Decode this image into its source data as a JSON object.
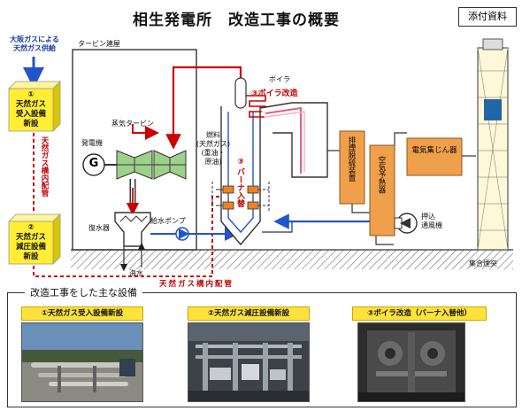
{
  "header": {
    "title": "相生発電所　改造工事の概要",
    "attachment_label": "添付資料"
  },
  "supply": {
    "osaka_gas_line1": "大阪ガスによる",
    "osaka_gas_line2": "天然ガス供給"
  },
  "left_boxes": {
    "box1_num": "①",
    "box1_line1": "天然ガス",
    "box1_line2": "受入設備",
    "box1_line3": "新設",
    "box2_num": "②",
    "box2_line1": "天然ガス",
    "box2_line2": "減圧設備",
    "box2_line3": "新設"
  },
  "piping_label_vertical": "天然ガス構内配管",
  "piping_label_horizontal": "天然ガス構内配管",
  "turbine": {
    "building_label": "タービン建屋",
    "steam_turbine_label": "蒸気タービン",
    "generator_label": "発電機",
    "generator_symbol": "G",
    "condenser_label": "復水器",
    "feedwater_pump_label": "給水ポンプ",
    "seawater_label": "海水"
  },
  "boiler": {
    "boiler_label": "ボイラ",
    "boiler_mod_label": "③ボイラ改造",
    "fuel_line1": "燃料",
    "fuel_line2": "(天然ガス)",
    "fuel_line3": "(重油・",
    "fuel_line4": "原油)",
    "burner_num": "③",
    "burner_label": "バーナ入替"
  },
  "equipment": {
    "desulfurizer": "排煙脱硫装置",
    "air_preheater": "空気予熱器",
    "electrostatic": "電気集じん器",
    "fan_line1": "押込",
    "fan_line2": "通風機",
    "stack_label": "集合煙突"
  },
  "bottom": {
    "section_label": "改造工事をした主な設備",
    "photo1_title": "①天然ガス受入設備新設",
    "photo2_title": "②天然ガス減圧設備新設",
    "photo3_title": "③ボイラ改造（バーナ入替他）"
  },
  "colors": {
    "yellow_box": "#ffee33",
    "orange_box": "#f0a04a",
    "red_pipe": "#cc0000",
    "blue_pipe": "#2255cc",
    "photo_title_bg": "#ffe23b"
  }
}
